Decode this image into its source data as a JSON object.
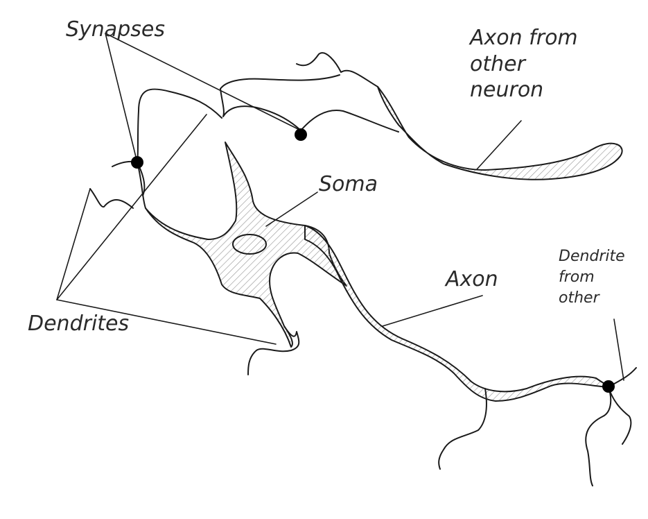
{
  "labels": {
    "synapses": "Synapses",
    "axon_other": [
      "Axon from",
      "other",
      "neuron"
    ],
    "soma": "Soma",
    "axon": "Axon",
    "dendrite_other": [
      "Dendrite",
      "from",
      "other"
    ],
    "dendrites": "Dendrites"
  },
  "colors": {
    "stroke": "#1a1a1a",
    "hatch": "#9a9a9a",
    "synapse": "#000000",
    "text": "#2a2a2a"
  }
}
